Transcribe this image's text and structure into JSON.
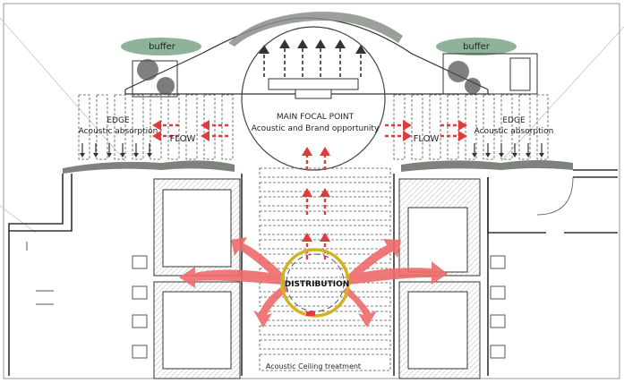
{
  "labels": {
    "buffer_left": "buffer",
    "buffer_right": "buffer",
    "edge_left_title": "EDGE",
    "edge_left_sub": "Acoustic absorption",
    "edge_right_title": "EDGE",
    "edge_right_sub": "Acoustic absorption",
    "flow_left": "FLOW",
    "flow_right": "FLOW",
    "focal_title": "MAIN FOCAL POINT",
    "focal_sub": "Acoustic and Brand opportunity",
    "distribution": "DISTRIBUTION",
    "ceiling": "Acoustic Ceiling treatment"
  },
  "colors": {
    "line": "#333333",
    "hedge": "#8a8f8a",
    "buffer_green": "#8fb39a",
    "flow_red": "#e03a3a",
    "fan_red": "#ee6b6b",
    "ring_gold": "#d4b21f",
    "panel_fill": "#ffffff"
  }
}
